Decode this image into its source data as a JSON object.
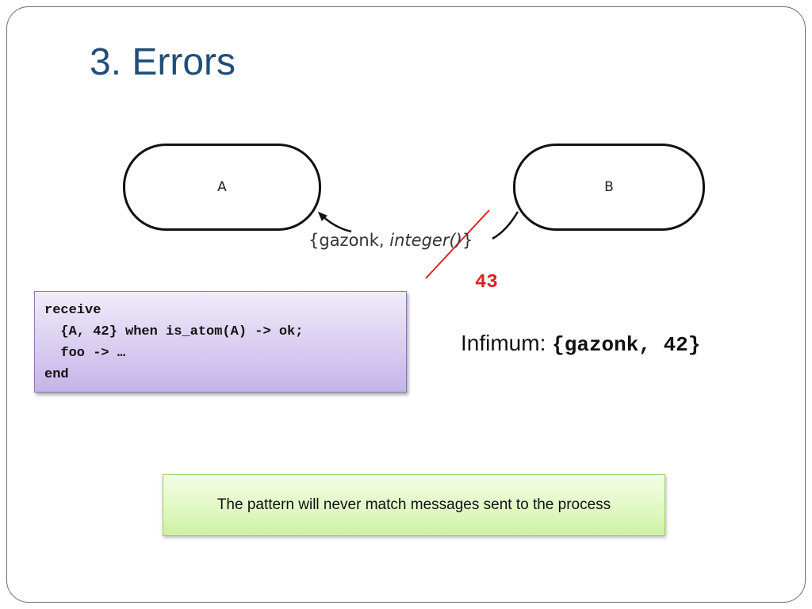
{
  "slide": {
    "title": "3. Errors"
  },
  "diagram": {
    "node_a": "A",
    "node_b": "B",
    "message": {
      "open": "{gazonk, ",
      "type": "integer()",
      "close": "}"
    },
    "replacement": "43",
    "colors": {
      "strike": "#e02020",
      "outline": "#111111"
    }
  },
  "code": {
    "lines": [
      "receive",
      "  {A, 42} when is_atom(A) -> ok;",
      "  foo -> …",
      "end"
    ]
  },
  "infimum": {
    "label": "Infimum: ",
    "value": "{gazonk, 42}"
  },
  "note": {
    "text": "The pattern will never match messages sent to the process"
  },
  "colors": {
    "title": "#1f4e79",
    "code_box": "#d9cdf0",
    "note_box": "#e0f8c2"
  }
}
